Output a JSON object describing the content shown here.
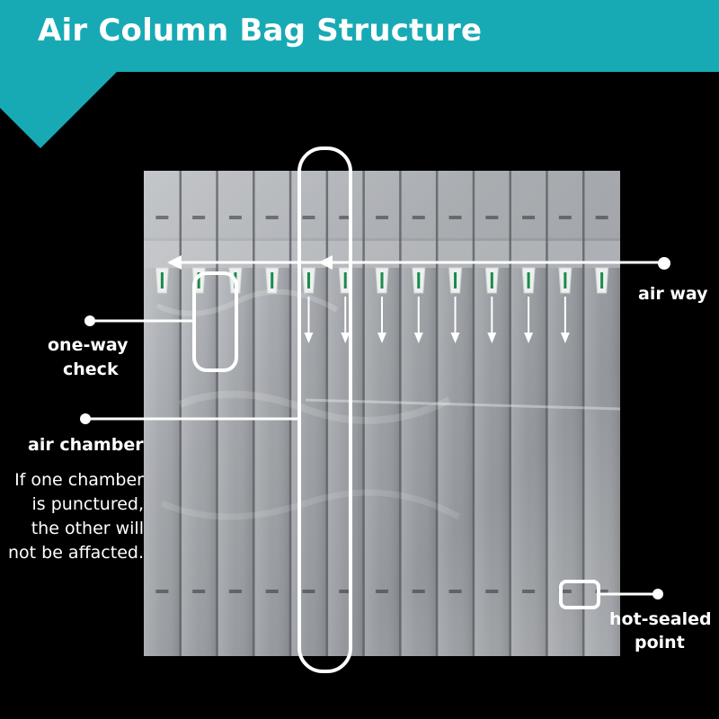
{
  "title": "Air Column Bag Structure",
  "labels": {
    "air_way": "air way",
    "one_way_check_line1": "one-way",
    "one_way_check_line2": "check",
    "air_chamber": "air chamber",
    "hot_sealed_line1": "hot-sealed",
    "hot_sealed_line2": "point"
  },
  "note": {
    "line1": "If one chamber",
    "line2": "is punctured,",
    "line3": "the other will",
    "line4": "not be affacted."
  },
  "colors": {
    "banner": "#17aab5",
    "background": "#000000",
    "annotation": "#ffffff",
    "valve_accent": "#1a8a4a"
  }
}
